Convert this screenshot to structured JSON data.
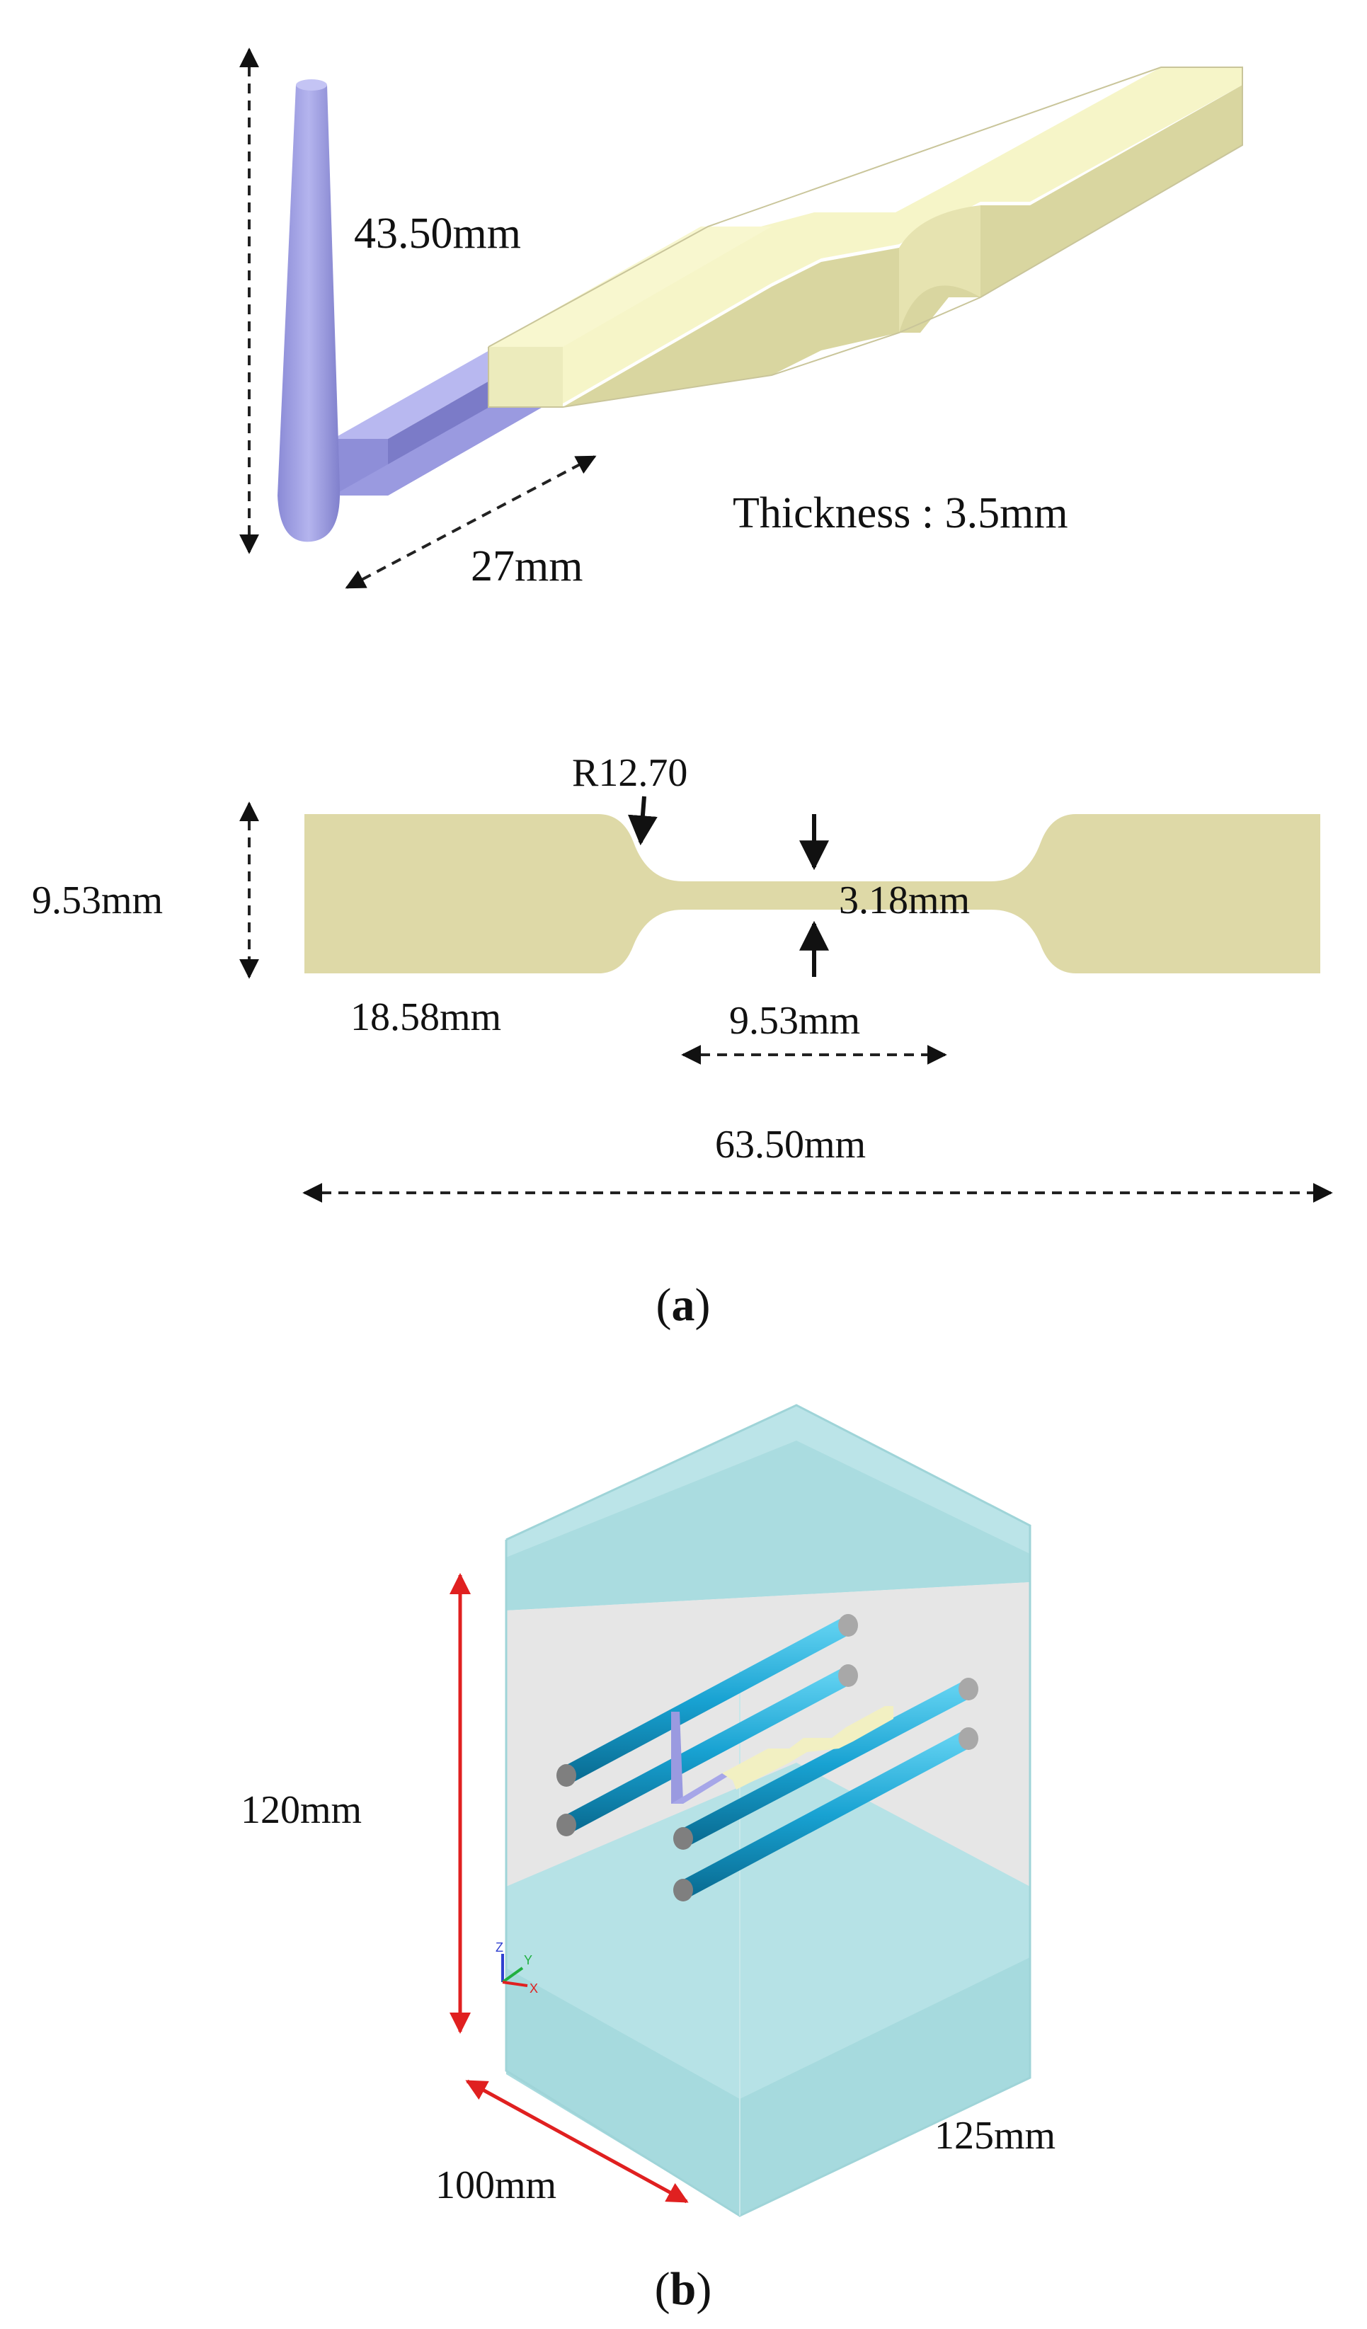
{
  "panel_a": {
    "caption": "a",
    "iso_labels": {
      "height": "43.50mm",
      "runner_length": "27mm",
      "thickness": "Thickness : 3.5mm"
    },
    "plan_labels": {
      "radius": "R12.70",
      "grip_width": "9.53mm",
      "gauge_width": "3.18mm",
      "grip_length": "18.58mm",
      "gauge_length": "9.53mm",
      "total_length": "63.50mm"
    }
  },
  "panel_b": {
    "caption": "b",
    "labels": {
      "height": "120mm",
      "depth": "100mm",
      "width": "125mm"
    },
    "axes": {
      "z": "Z",
      "y": "Y",
      "x": "X"
    }
  },
  "colors": {
    "specimen": "#f5f3c4",
    "runner": "#a9a9e8",
    "plan_specimen": "#ded9a7",
    "mold_glass": "#b5e3e6",
    "mold_core": "#e4e4e4",
    "pipe": "#1aa0d0",
    "dimension_red": "#e02020"
  }
}
